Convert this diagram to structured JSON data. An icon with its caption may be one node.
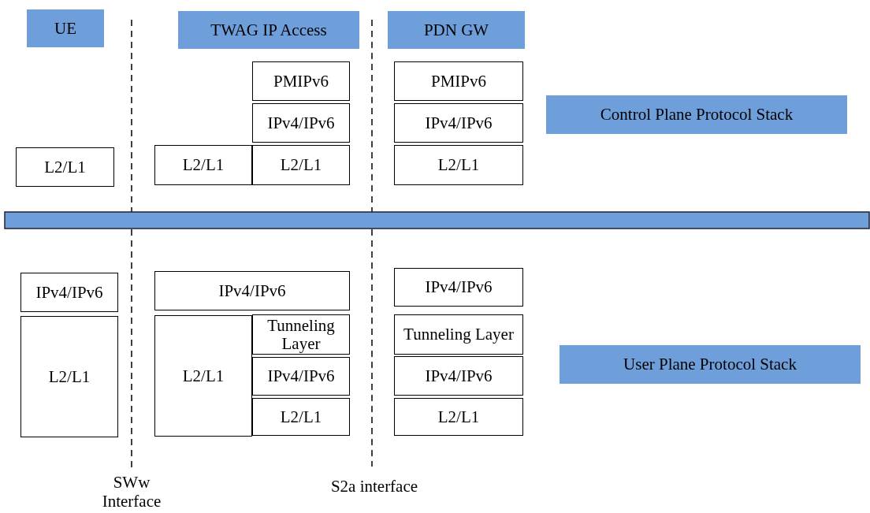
{
  "diagram": {
    "nodes": [
      {
        "text": [
          "UE"
        ]
      },
      {
        "text": [
          "TWAG IP Access"
        ]
      },
      {
        "text": [
          "PDN GW"
        ]
      },
      {
        "text": [
          "PMIPv6"
        ]
      },
      {
        "text": [
          "PMIPv6"
        ]
      },
      {
        "text": [
          "IPv4/IPv6"
        ]
      },
      {
        "text": [
          "IPv4/IPv6"
        ]
      },
      {
        "text": [
          "Control Plane Protocol Stack"
        ]
      },
      {
        "text": [
          "L2/L1"
        ]
      },
      {
        "text": [
          "L2/L1"
        ]
      },
      {
        "text": [
          "L2/L1"
        ]
      },
      {
        "text": [
          "L2/L1"
        ]
      },
      {
        "text": [
          "IPv4/IPv6"
        ]
      },
      {
        "text": [
          "IPv4/IPv6"
        ]
      },
      {
        "text": [
          "IPv4/IPv6"
        ]
      },
      {
        "text": [
          "L2/L1"
        ]
      },
      {
        "text": [
          "L2/L1"
        ]
      },
      {
        "text": [
          "Tunneling Layer"
        ]
      },
      {
        "text": [
          "Tunneling Layer"
        ]
      },
      {
        "text": [
          "User Plane Protocol Stack"
        ]
      },
      {
        "text": [
          "IPv4/IPv6"
        ]
      },
      {
        "text": [
          "IPv4/IPv6"
        ]
      },
      {
        "text": [
          "L2/L1"
        ]
      },
      {
        "text": [
          "L2/L1"
        ]
      }
    ],
    "labels": [
      "SWw Interface",
      "S2a interface"
    ]
  }
}
